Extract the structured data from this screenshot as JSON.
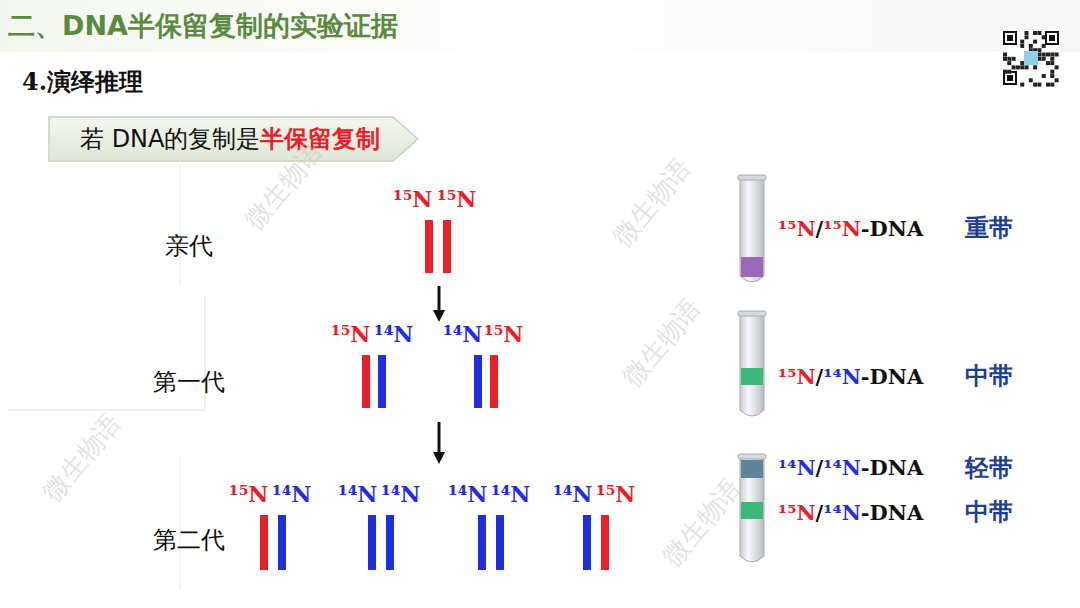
{
  "diagram": {
    "title": "二、DNA半保留复制的实验证据",
    "nodes": [
      {
        "text": [
          "若 DNA的复制是",
          "半保留复制"
        ]
      }
    ],
    "labels": [
      "4.演绎推理",
      "亲代",
      "¹⁵N",
      "¹⁵N",
      "第一代",
      "¹⁵N",
      "¹⁴N",
      "¹⁴N",
      "¹⁵N",
      "第二代",
      "¹⁵N",
      "¹⁴N",
      "¹⁴N",
      "¹⁴N",
      "¹⁴N",
      "¹⁴N",
      "¹⁴N",
      "¹⁵N",
      "¹⁵N",
      "/",
      "¹⁵N",
      "-DNA",
      "重带",
      "¹⁵N",
      "/",
      "¹⁴N",
      "-DNA",
      "中带",
      "¹⁴N",
      "/",
      "¹⁴N",
      "-DNA",
      "轻带",
      "¹⁵N",
      "/",
      "¹⁴N",
      "-DNA",
      "中带",
      "微生物语",
      "微生物语",
      "微生物语",
      "微生物语",
      "微生物语"
    ]
  }
}
